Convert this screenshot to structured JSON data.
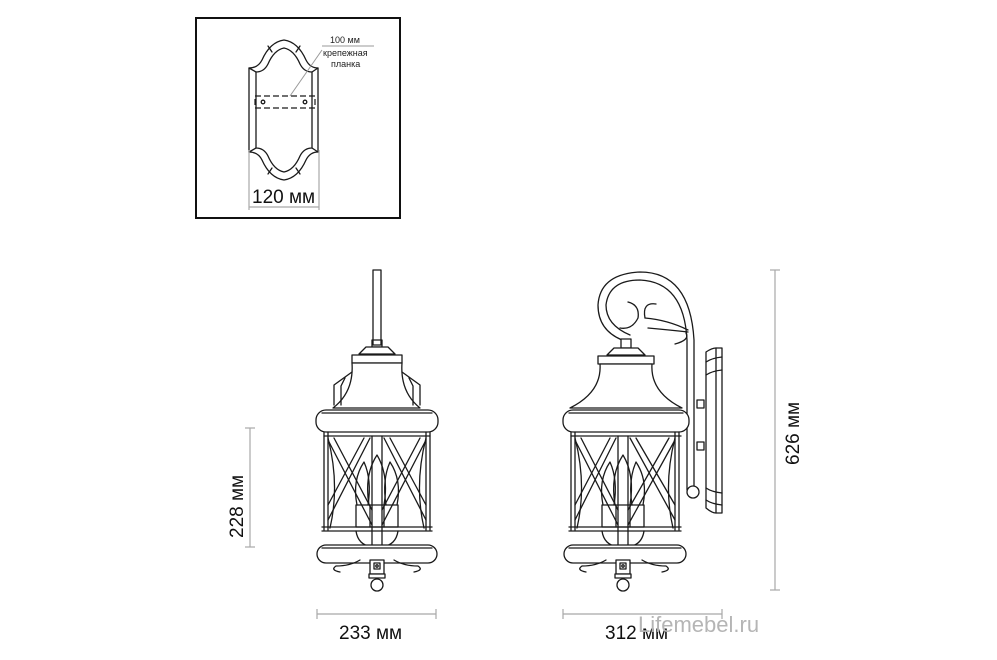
{
  "drawing": {
    "title": "Outdoor wall lantern – dimensional drawing",
    "colors": {
      "line": "#1a1a1a",
      "dimension": "#a8a8a8",
      "watermark": "#b5b5b5",
      "background": "#ffffff"
    }
  },
  "mounting_plate": {
    "bar_label_size": "100 мм",
    "bar_label_line1": "крепежная",
    "bar_label_line2": "планка",
    "width_label": "120 мм"
  },
  "front_view": {
    "height_label": "228 мм",
    "width_label": "233 мм"
  },
  "side_view": {
    "height_label": "626 мм",
    "width_label": "312 мм"
  },
  "watermark": "Lifemebel.ru"
}
